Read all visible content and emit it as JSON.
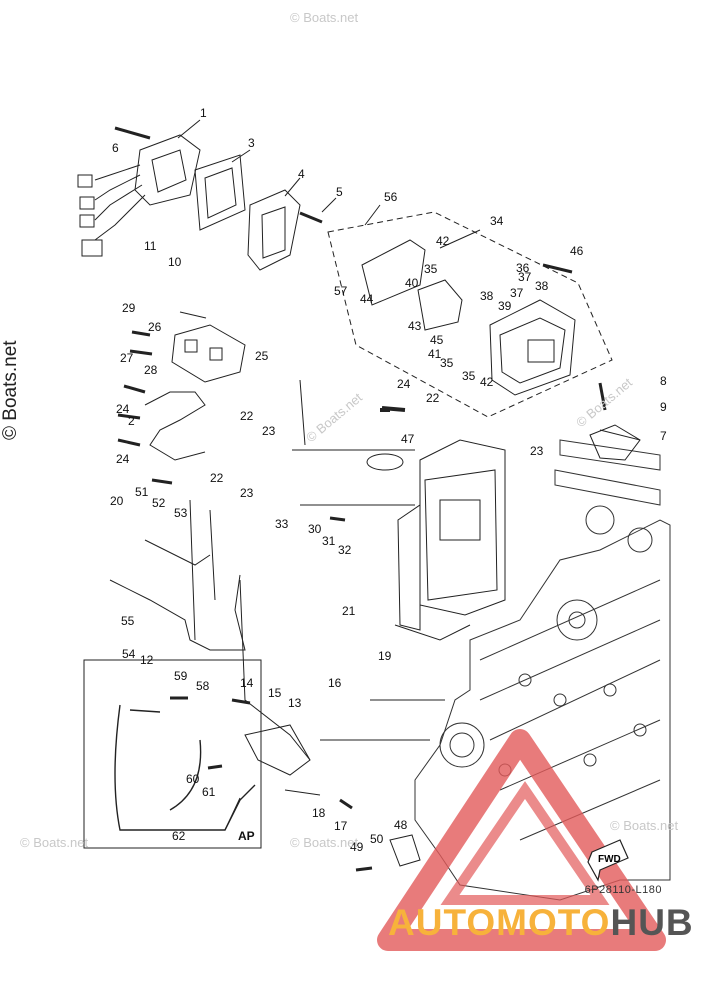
{
  "watermark": {
    "text": "© Boats.net",
    "side_text": "© Boats.net"
  },
  "diagram_code": "6P28110-L180",
  "brand": {
    "part1": "AUTOMOTO",
    "part2": "HUB",
    "color1": "#f7b23b",
    "color2": "#555555"
  },
  "ap_label": "AP",
  "fwd_label": "FWD",
  "callouts": [
    "1",
    "2",
    "3",
    "4",
    "5",
    "6",
    "7",
    "8",
    "9",
    "10",
    "11",
    "12",
    "13",
    "14",
    "15",
    "16",
    "17",
    "18",
    "19",
    "20",
    "21",
    "22",
    "22",
    "22",
    "23",
    "23",
    "23",
    "24",
    "24",
    "24",
    "25",
    "26",
    "27",
    "28",
    "29",
    "30",
    "31",
    "32",
    "33",
    "34",
    "35",
    "35",
    "35",
    "36",
    "37",
    "37",
    "38",
    "38",
    "39",
    "40",
    "41",
    "42",
    "42",
    "43",
    "44",
    "45",
    "46",
    "47",
    "48",
    "49",
    "50",
    "51",
    "52",
    "53",
    "54",
    "55",
    "56",
    "57",
    "58",
    "59",
    "60",
    "61",
    "62"
  ]
}
